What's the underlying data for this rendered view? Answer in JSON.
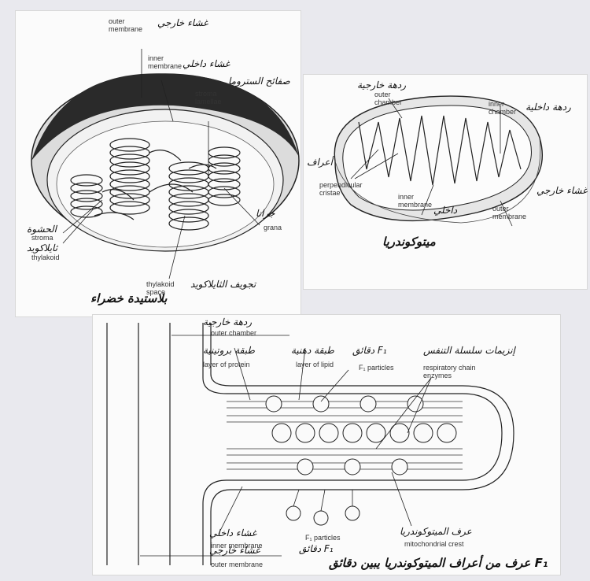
{
  "chloroplast": {
    "labels": {
      "outer_membrane": "outer\nmembrane",
      "inner_membrane": "inner\nmembrane",
      "stroma_lamellae": "stroma\nlamellae",
      "stroma": "stroma",
      "thylakoid": "thylakoid",
      "thylakoid_space": "thylakoid\nspace",
      "grana": "grana"
    },
    "arabic": {
      "outer": "غشاء خارجي",
      "inner": "غشاء داخلي",
      "lamellae": "صفائح الستروما",
      "stroma": "الحشوة",
      "thylakoid": "ثايلاكويد",
      "space": "تجويف الثايلاكويد",
      "grana": "جرانا",
      "caption": "بلاستيدة خضراء"
    }
  },
  "mitochondrion": {
    "labels": {
      "outer_chamber": "outer\nchamber",
      "inner_chamber": "inner\nchamber",
      "cristae": "perpendicular\ncristae",
      "inner_membrane": "inner\nmembrane",
      "outer_membrane": "outer\nmembrane"
    },
    "arabic": {
      "outer_chamber": "ردهة خارجية",
      "inner_chamber": "ردهة داخلية",
      "cristae": "أعراف",
      "inner": "داخلي",
      "outer": "غشاء خارجي",
      "caption": "ميتوكوندريا"
    }
  },
  "crista": {
    "labels": {
      "outer_chamber": "outer chamber",
      "layer_protein": "layer of protein",
      "layer_lipid": "layer of lipid",
      "f1_particles": "F₁ particles",
      "resp_chain": "respiratory chain\nenzymes",
      "inner_membrane": "inner membrane",
      "f1_particles_lower": "F₁ particles",
      "mito_crest": "mitochondrial crest",
      "outer_membrane": "outer membrane"
    },
    "arabic": {
      "outer_chamber": "ردهة خارجية",
      "protein": "طبقة بروتينية",
      "lipid": "طبقة دهنية",
      "f1": "دقائق F₁",
      "resp": "إنزيمات سلسلة التنفس",
      "inner": "غشاء داخلي",
      "f1_lower": "دقائق F₁",
      "crest": "عرف الميتوكوندريا",
      "outer": "غشاء خارجي",
      "caption": "عرف من أعراف الميتوكوندريا يبين دقائق F₁"
    }
  }
}
